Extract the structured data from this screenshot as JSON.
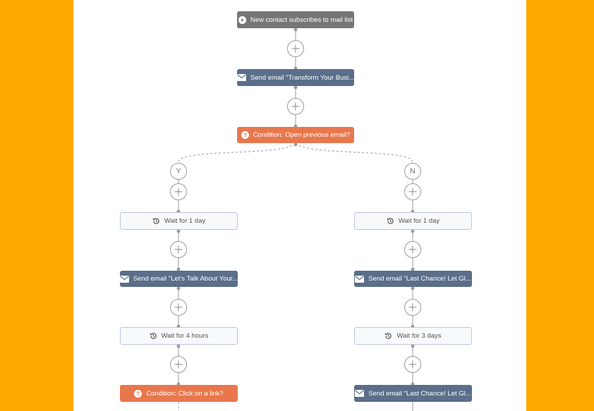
{
  "colors": {
    "page_background": "#FFA800",
    "canvas_background": "#FFFFFF",
    "trigger": "#767676",
    "email": "#5B6E8A",
    "condition": "#E8774D",
    "wait_border": "#B9C4DC"
  },
  "icons": {
    "trigger": "play-circle-icon",
    "email": "envelope-icon",
    "condition": "question-circle-icon",
    "wait": "history-clock-icon",
    "add": "plus-icon"
  },
  "workflow": {
    "trigger": {
      "label": "New contact subscribes to mail list"
    },
    "email_1": {
      "label": "Send email \"Transform Your Busi..."
    },
    "condition_1": {
      "label": "Condition: Open previous email?"
    },
    "yes_branch": {
      "marker": "Y",
      "wait_1": "Wait for 1 day",
      "email": "Send email \"Let's Talk About Your...",
      "wait_2": "Wait for 4 hours",
      "condition": "Condition: Click on a link?"
    },
    "no_branch": {
      "marker": "N",
      "wait_1": "Wait for 1 day",
      "email_1": "Send email \"Last Chance! Let Gl...",
      "wait_2": "Wait for 3 days",
      "email_2": "Send email \"Last Chance! Let Gl..."
    }
  }
}
